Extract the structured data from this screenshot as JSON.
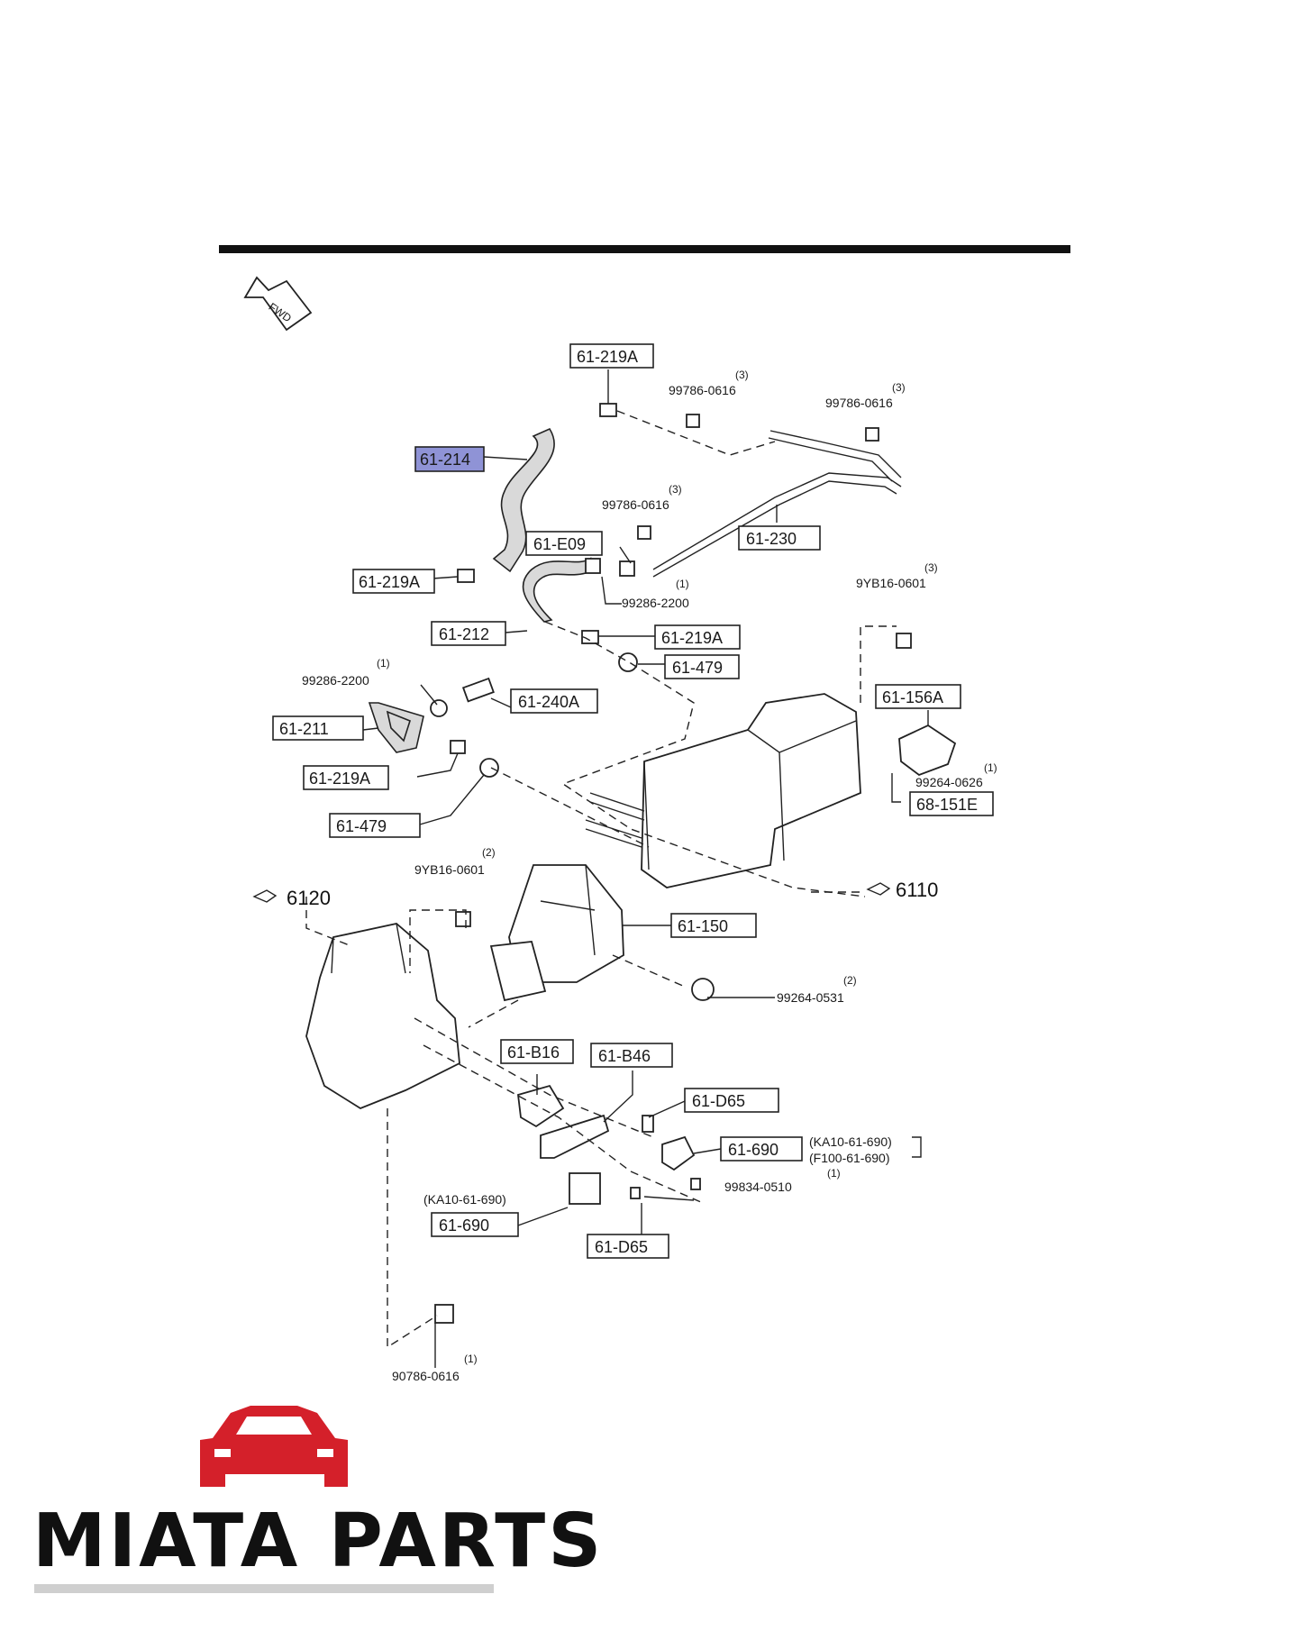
{
  "callouts": {
    "c219a_top": "61-219A",
    "c214": "61-214",
    "c219a_left": "61-219A",
    "ce09": "61-E09",
    "c230": "61-230",
    "c212": "61-212",
    "c219a_mid": "61-219A",
    "c479_mid": "61-479",
    "c240a": "61-240A",
    "c211": "61-211",
    "c219a_low": "61-219A",
    "c479_low": "61-479",
    "c156a": "61-156A",
    "c151e": "68-151E",
    "c150": "61-150",
    "cb16": "61-B16",
    "cb46": "61-B46",
    "cd65_r": "61-D65",
    "c690_r": "61-690",
    "c690_l": "61-690",
    "cd65_b": "61-D65"
  },
  "partnums": {
    "p0616_a": "99786-0616",
    "p0616_b": "99786-0616",
    "p0616_c": "99786-0616",
    "p2200_a": "99286-2200",
    "p2200_b": "99286-2200",
    "p0601_a": "9YB16-0601",
    "p0601_b": "9YB16-0601",
    "p0626": "99264-0626",
    "p0531": "99264-0531",
    "p0510": "99834-0510",
    "p0616_bolt": "90786-0616",
    "ka10_r": "(KA10-61-690)",
    "f100_r": "(F100-61-690)",
    "ka10_l": "(KA10-61-690)"
  },
  "qty": {
    "q_a": "(3)",
    "q_b": "(3)",
    "q_c": "(3)",
    "q_d": "(1)",
    "q_e": "(3)",
    "q_f": "(1)",
    "q_g": "(1)",
    "q_h": "(2)",
    "q_i": "(2)",
    "q_j": "(1)",
    "q_k": "(1)"
  },
  "refs": {
    "r6120": "6120",
    "r6110": "6110"
  },
  "fwd": "FWD",
  "logo": {
    "brand": "MIATA PARTS",
    "color": "#d4202a"
  },
  "highlight": {
    "part": "61-214",
    "color": "#8f93d6"
  }
}
